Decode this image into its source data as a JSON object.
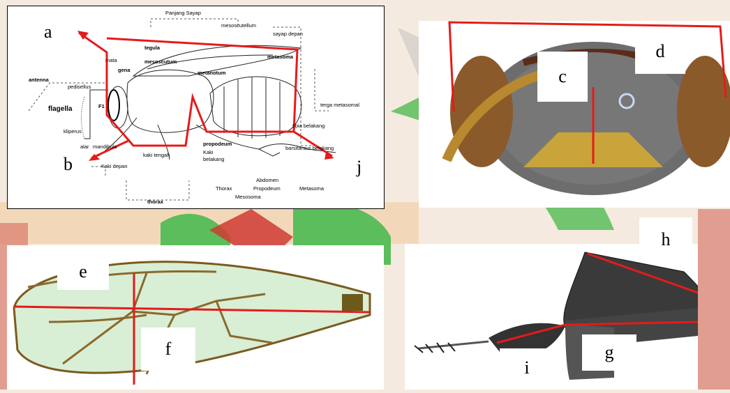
{
  "labels": {
    "a": "a",
    "b": "b",
    "c": "c",
    "d": "d",
    "e": "e",
    "f": "f",
    "g": "g",
    "h": "h",
    "i": "i",
    "j": "j"
  },
  "diagram_text": {
    "panjang_sayap": "Panjang Sayap",
    "sayap_depan": "sayap depan",
    "mesoscutellum": "mesoscutellum",
    "tegula": "tegula",
    "mesoscutum": "mesoscutum",
    "gena": "gena",
    "mata": "mata",
    "metasoma": "metasoma",
    "metanotum": "metanotum",
    "antenna": "antenna",
    "pedisellus": "pedisellus",
    "f1": "F1",
    "flagella": "flagella",
    "kliperus": "kliperus",
    "alar": "alar",
    "mandibula": "mandibula",
    "tergal_metasomal": "terga metasomal",
    "tibia_belakang": "tibia belakang",
    "propodeum": "propodeum",
    "kaki": "Kaki",
    "belakang": "belakang",
    "barsitarsus": "barsitarsus belakang",
    "kaki_depan": "Kaki depan",
    "kaki_tengah": "kaki tengah",
    "thorax": "thorax",
    "legend_abdomen": "Abdomen",
    "legend_thorax": "Thorax",
    "legend_propodeum": "Propodeum",
    "legend_metasoma": "Metasoma",
    "legend_mesosoma": "Mesosoma"
  },
  "colors": {
    "measure_line": "#e41b1b",
    "green_bg": "#5bbd5b",
    "red_bg": "#cf3b33",
    "wing_vein": "#7b5a1e",
    "wing_fill": "#d8eed5",
    "leg_dark": "#3a3a3a"
  }
}
